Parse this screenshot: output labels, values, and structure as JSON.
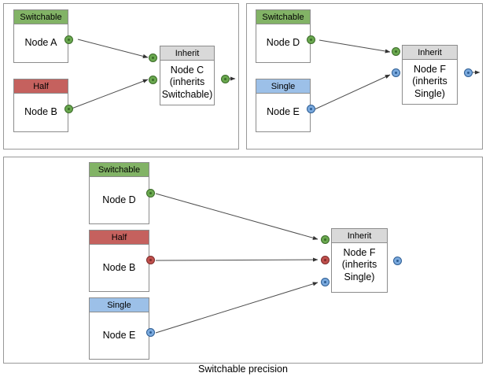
{
  "diagram": {
    "caption": "Switchable precision",
    "colors": {
      "switchable": "#82b366",
      "half": "#c5615e",
      "single": "#9cc0e8",
      "inherit": "#d9d9d9",
      "port_green": "#6aa84f",
      "port_red": "#c0504d",
      "port_blue": "#7aa9dd",
      "edge": "#4d4d4d",
      "panel_border": "#999999",
      "node_border": "#8c8c8c"
    },
    "panels": [
      {
        "id": "panel-top-left",
        "nodes": [
          {
            "id": "node-a",
            "header": "Switchable",
            "body": "Node A",
            "type": "green"
          },
          {
            "id": "node-b",
            "header": "Half",
            "body": "Node B",
            "type": "red"
          },
          {
            "id": "node-c",
            "header": "Inherit",
            "body": "Node C\n(inherits\nSwitchable)",
            "type": "gray"
          }
        ],
        "edges": [
          {
            "from": "node-a",
            "to": "node-c",
            "port": "green"
          },
          {
            "from": "node-b",
            "to": "node-c",
            "port": "green"
          }
        ]
      },
      {
        "id": "panel-top-right",
        "nodes": [
          {
            "id": "node-d",
            "header": "Switchable",
            "body": "Node D",
            "type": "green"
          },
          {
            "id": "node-e",
            "header": "Single",
            "body": "Node E",
            "type": "blue"
          },
          {
            "id": "node-f",
            "header": "Inherit",
            "body": "Node F\n(inherits\nSingle)",
            "type": "gray"
          }
        ],
        "edges": [
          {
            "from": "node-d",
            "to": "node-f",
            "port": "green"
          },
          {
            "from": "node-e",
            "to": "node-f",
            "port": "blue"
          }
        ]
      },
      {
        "id": "panel-bottom",
        "nodes": [
          {
            "id": "node-d2",
            "header": "Switchable",
            "body": "Node D",
            "type": "green"
          },
          {
            "id": "node-b2",
            "header": "Half",
            "body": "Node B",
            "type": "red"
          },
          {
            "id": "node-e2",
            "header": "Single",
            "body": "Node E",
            "type": "blue"
          },
          {
            "id": "node-f2",
            "header": "Inherit",
            "body": "Node F\n(inherits\nSingle)",
            "type": "gray"
          }
        ],
        "edges": [
          {
            "from": "node-d2",
            "to": "node-f2",
            "port": "green"
          },
          {
            "from": "node-b2",
            "to": "node-f2",
            "port": "red"
          },
          {
            "from": "node-e2",
            "to": "node-f2",
            "port": "blue"
          }
        ]
      }
    ],
    "labels": {
      "switchable": "Switchable",
      "half": "Half",
      "single": "Single",
      "inherit": "Inherit",
      "node_a": "Node A",
      "node_b": "Node B",
      "node_c": "Node C\n(inherits\nSwitchable)",
      "node_d": "Node D",
      "node_e": "Node E",
      "node_f": "Node F\n(inherits\nSingle)"
    }
  }
}
